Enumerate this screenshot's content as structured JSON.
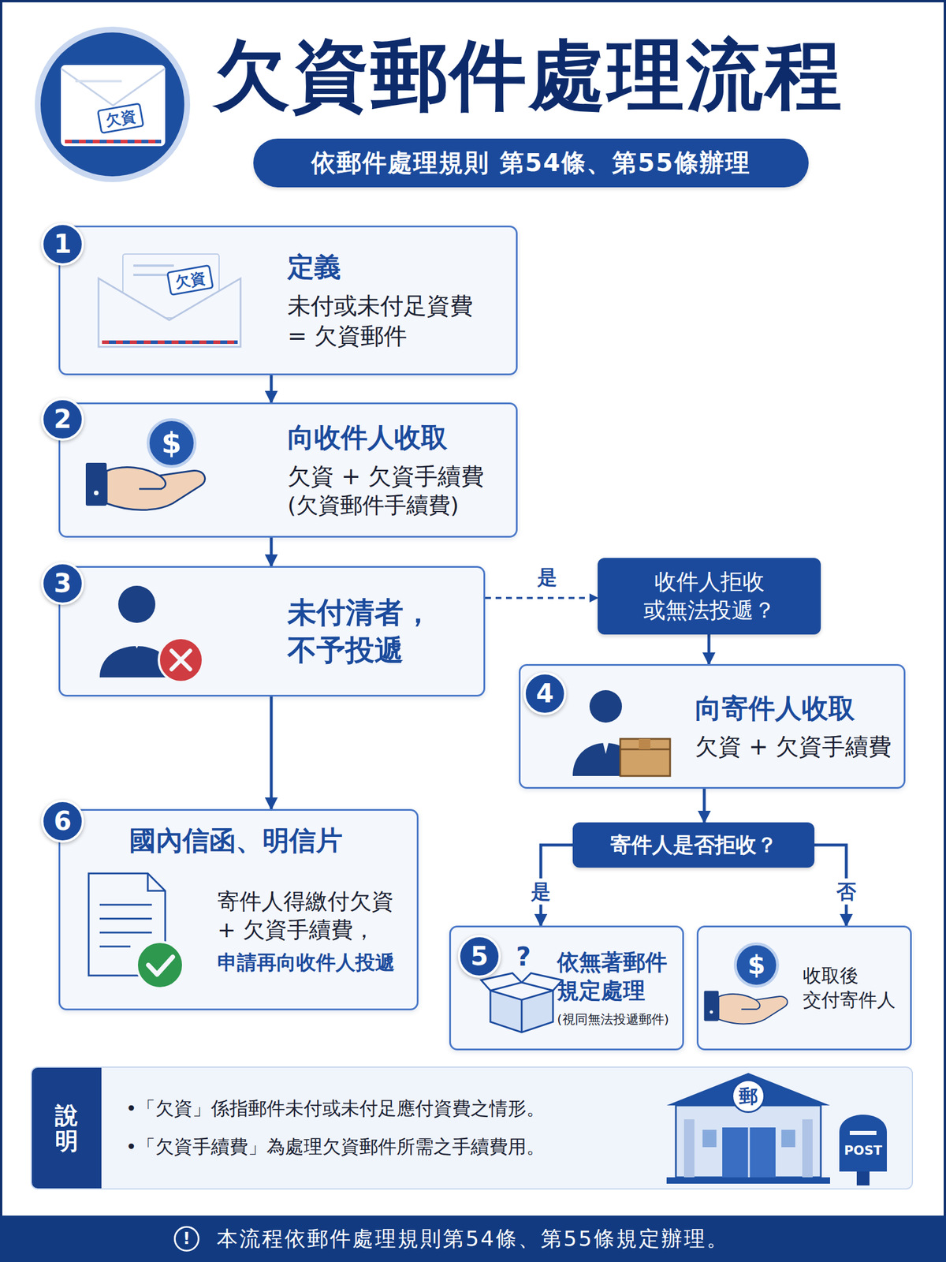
{
  "diagram": {
    "title": "欠資郵件處理流程",
    "nodes": [
      {
        "text": [
          "依郵件處理規則 第54條、第55條辦理"
        ]
      },
      {
        "text": [
          "定義",
          "未付或未付足資費 = 欠資郵件"
        ]
      },
      {
        "text": [
          "向收件人收取",
          "欠資 + 欠資手續費",
          "(欠資郵件手續費)"
        ]
      },
      {
        "text": [
          "未付清者， 不予投遞"
        ]
      },
      {
        "text": [
          "收件人拒收 或無法投遞？"
        ]
      },
      {
        "text": [
          "向寄件人收取",
          "欠資 + 欠資手續費"
        ]
      },
      {
        "text": [
          "國內信函、明信片",
          "寄件人得繳付欠資 + 欠資手續費，",
          "申請再向收件人投遞"
        ]
      },
      {
        "text": [
          "寄件人是否拒收？"
        ]
      },
      {
        "text": [
          "依無著郵件 規定處理",
          "(視同無法投遞郵件)"
        ]
      },
      {
        "text": [
          "收取後 交付寄件人"
        ]
      },
      {
        "text": [
          "說明",
          "•「欠資」係指郵件未付或未付足應付資費之情形。",
          "•「欠資手續費」為處理欠資郵件所需之手續費用。"
        ]
      },
      {
        "text": [
          "本流程依郵件處理規則第54條、第55條規定辦理。"
        ]
      }
    ],
    "edges": [
      {
        "from": 1,
        "to": 2,
        "arrow": "to"
      },
      {
        "from": 2,
        "to": 3,
        "arrow": "to"
      },
      {
        "from": 3,
        "to": 4,
        "label": "是",
        "arrow": "to"
      },
      {
        "from": 3,
        "to": 6,
        "arrow": "to"
      },
      {
        "from": 4,
        "to": 5,
        "arrow": "to"
      },
      {
        "from": 5,
        "to": 7,
        "arrow": "to"
      },
      {
        "from": 7,
        "to": 8,
        "label": "是",
        "arrow": "to"
      },
      {
        "from": 7,
        "to": 9,
        "label": "否",
        "arrow": "to"
      }
    ],
    "labels": [
      "欠資",
      "1",
      "欠資",
      "2",
      "$",
      "3",
      "4",
      "6",
      "5",
      "?",
      "$",
      "郵",
      "POST",
      "!"
    ]
  }
}
